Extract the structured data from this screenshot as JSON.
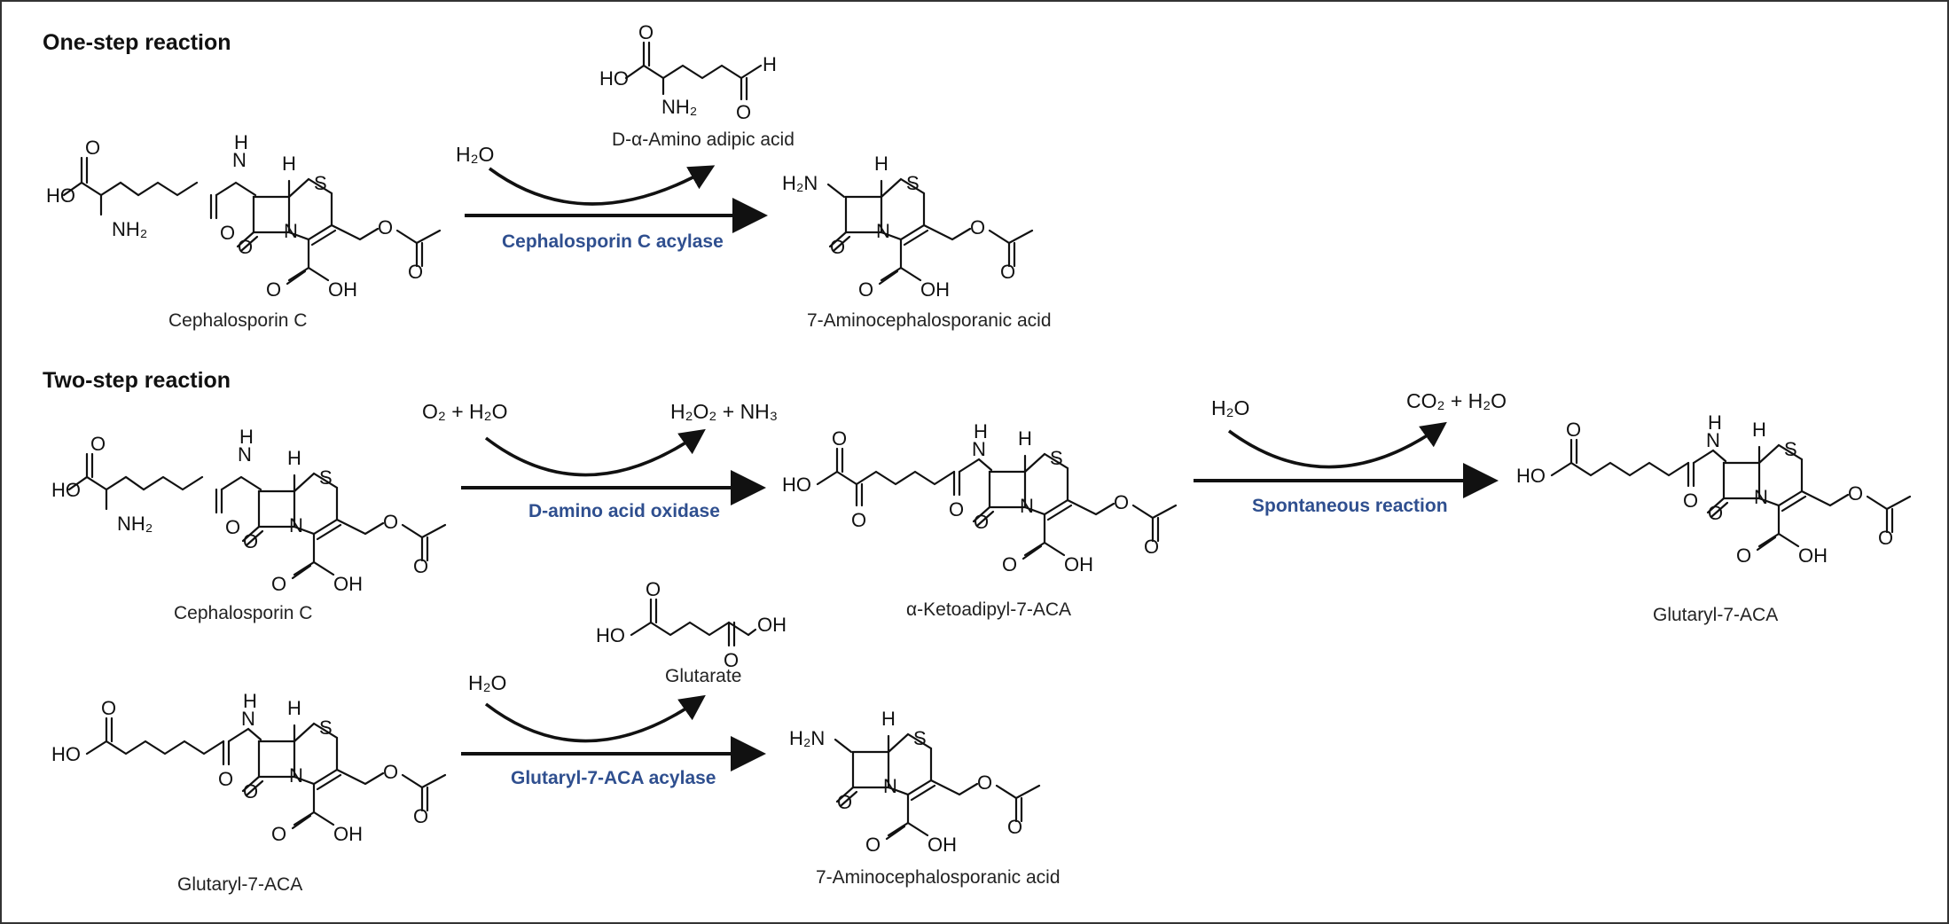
{
  "sections": {
    "one_step": "One-step reaction",
    "two_step": "Two-step reaction"
  },
  "compounds": {
    "ceph_c_1": "Cephalosporin C",
    "aca_1": "7-Aminocephalosporanic acid",
    "amino_adipic": "D-α-Amino adipic acid",
    "ceph_c_2": "Cephalosporin C",
    "keto": "α-Ketoadipyl-7-ACA",
    "glut_1": "Glutaryl-7-ACA",
    "glut_2": "Glutaryl-7-ACA",
    "glutarate": "Glutarate",
    "aca_2": "7-Aminocephalosporanic acid"
  },
  "enzymes": {
    "e1": "Cephalosporin C acylase",
    "e2": "D-amino acid oxidase",
    "e3": "Spontaneous reaction",
    "e4": "Glutaryl-7-ACA acylase"
  },
  "reagents": {
    "r1_in": "H₂O",
    "r2_in": "O₂ + H₂O",
    "r2_out": "H₂O₂ + NH₃",
    "r3_in": "H₂O",
    "r3_out": "CO₂ + H₂O",
    "r4_in": "H₂O"
  },
  "colors": {
    "enzyme_text": "#2f4f8f",
    "ink": "#111111",
    "frame": "#333333"
  }
}
